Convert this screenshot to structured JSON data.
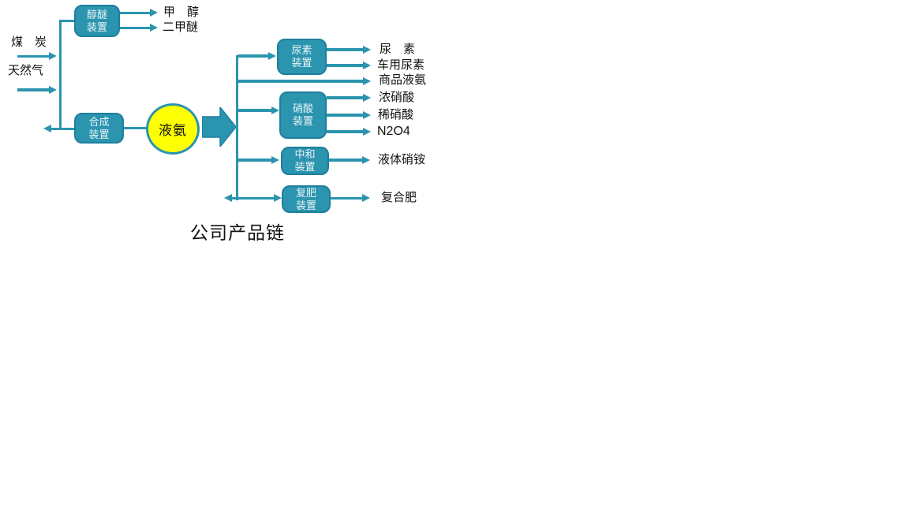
{
  "title": "公司产品链",
  "colors": {
    "teal": "#2B94AF",
    "teal_border": "#1E7F9D",
    "circle_yellow": "#FDFF02",
    "box_text": "#E9F4F7",
    "label_text": "#111111"
  },
  "inputs": {
    "coal": "煤　炭",
    "natural_gas": "天然气"
  },
  "units": {
    "alcohol_ether": {
      "line1": "醇醚",
      "line2": "装置"
    },
    "synthesis": {
      "line1": "合成",
      "line2": "装置"
    },
    "urea": {
      "line1": "尿素",
      "line2": "装置"
    },
    "nitric_acid": {
      "line1": "硝酸",
      "line2": "装置"
    },
    "neutralization": {
      "line1": "中和",
      "line2": "装置"
    },
    "compound_fert": {
      "line1": "复肥",
      "line2": "装置"
    }
  },
  "intermediates": {
    "liquid_ammonia": "液氨"
  },
  "products": {
    "methanol": "甲　醇",
    "dimethyl_ether": "二甲醚",
    "urea": "尿　素",
    "vehicle_urea": "车用尿素",
    "commercial_liquid_ammonia": "商品液氨",
    "concentrated_nitric_acid": "浓硝酸",
    "dilute_nitric_acid": "稀硝酸",
    "n2o4": "N2O4",
    "liquid_ammonium_nitrate": "液体硝铵",
    "compound_fertilizer": "复合肥"
  }
}
